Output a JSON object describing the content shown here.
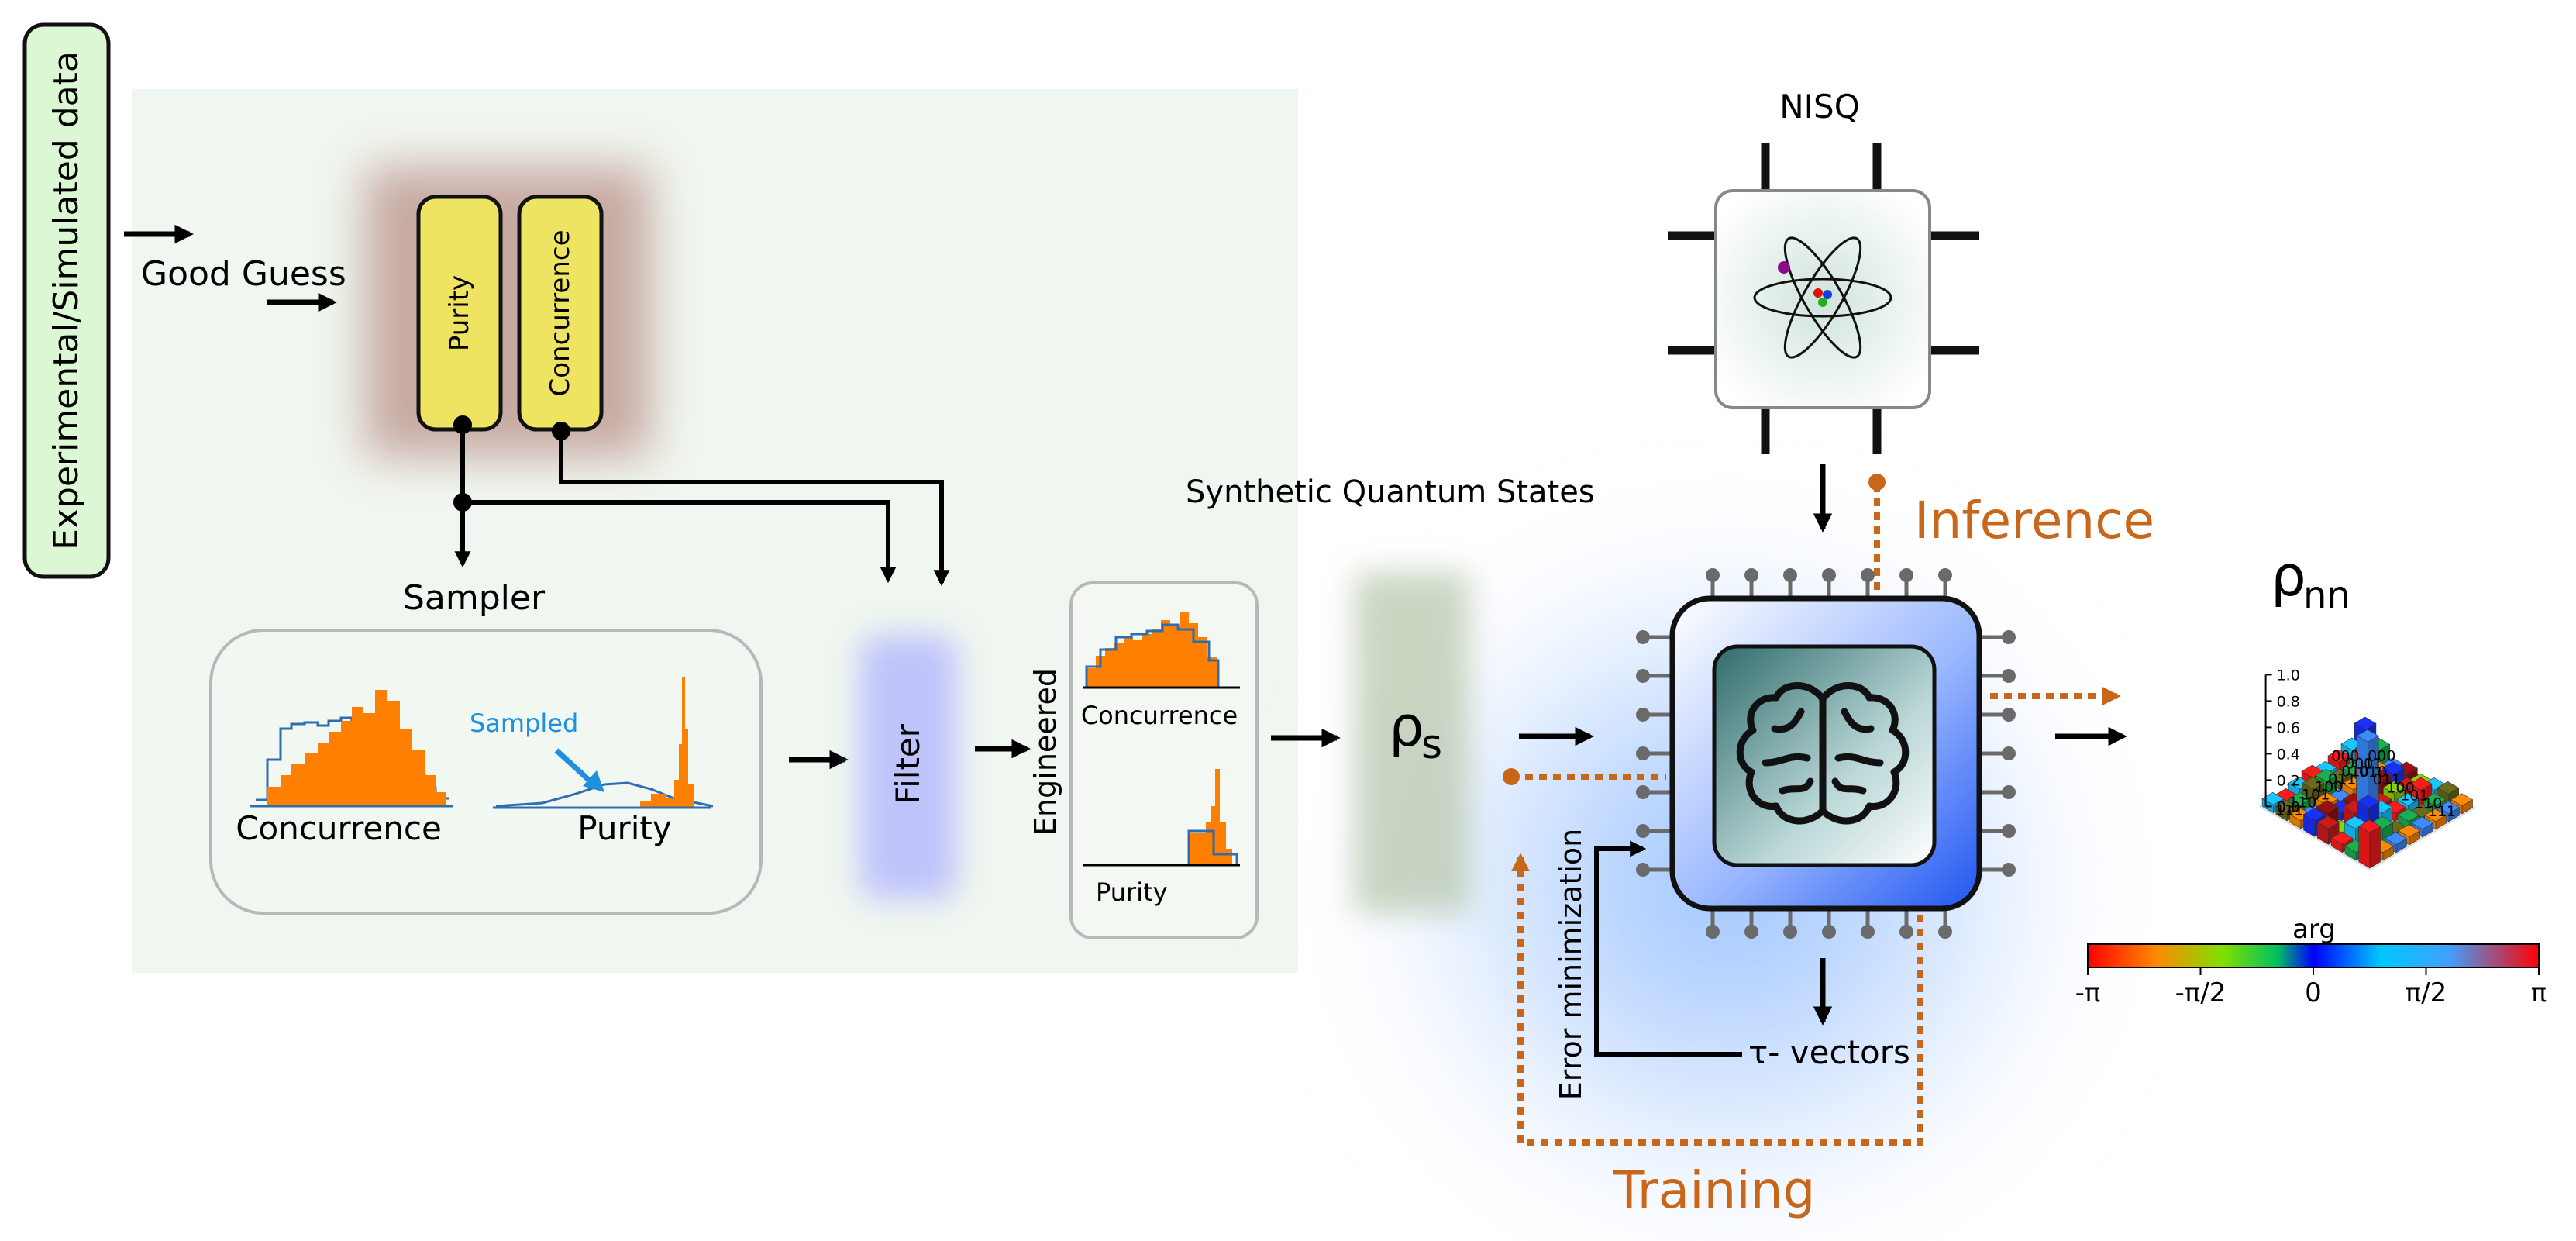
{
  "labels": {
    "data_source": "Experimental/Simulated data",
    "good_guess": "Good Guess",
    "purity": "Purity",
    "concurrence": "Concurrence",
    "sampler": "Sampler",
    "sampled": "Sampled",
    "filter": "Filter",
    "engineered": "Engineered",
    "synthetic_states": "Synthetic Quantum States",
    "rho": "ρ",
    "rho_s_sub": "s",
    "rho_nn_sub": "nn",
    "nisq": "NISQ",
    "inference": "Inference",
    "training": "Training",
    "error_min": "Error minimization",
    "tau_vectors": "τ- vectors",
    "arg": "arg"
  },
  "colorbar": {
    "ticks": [
      "-π",
      "-π/2",
      "0",
      "π/2",
      "π"
    ]
  },
  "chart_data": {
    "type": "bar3d",
    "axis_labels": [
      "000",
      "001",
      "010",
      "011",
      "100",
      "101",
      "110",
      "111"
    ],
    "zticks": [
      "0.0",
      "0.2",
      "0.4",
      "0.6",
      "0.8",
      "1.0"
    ],
    "zlim": [
      0,
      1.0
    ]
  },
  "colors": {
    "accent_orange": "#c8661a",
    "hist_orange": "#ff8000",
    "hist_blue": "#2f6db0",
    "sampled_blue": "#1f8fe0",
    "node_yellow": "#efe462",
    "data_box_green": "#dcf7d4"
  }
}
